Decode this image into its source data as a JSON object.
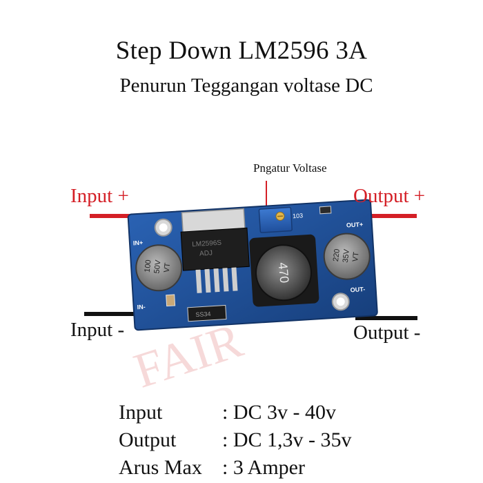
{
  "title": "Step Down LM2596 3A",
  "subtitle": "Penurun Teggangan voltase DC",
  "pointer_label": "Pngatur Voltase",
  "wires": {
    "input_plus": "Input +",
    "output_plus": "Output +",
    "input_minus": "Input -",
    "output_minus": "Output -"
  },
  "board": {
    "in_plus": "IN+",
    "in_minus": "IN-",
    "out_plus": "OUT+",
    "out_minus": "OUT-",
    "ic_line1": "LM2596S",
    "ic_line2": "ADJ",
    "inductor": "470",
    "cap_in_line1": "100",
    "cap_in_line2": "50V",
    "cap_in_line3": "VT",
    "cap_out_line1": "220",
    "cap_out_line2": "35V",
    "cap_out_line3": "VT",
    "pot_label": "103",
    "diode": "SS34"
  },
  "watermark": "FAIR",
  "specs": [
    {
      "name": "Input",
      "value": ": DC 3v - 40v"
    },
    {
      "name": "Output",
      "value": ": DC 1,3v - 35v"
    },
    {
      "name": "Arus Max",
      "value": ": 3 Amper"
    }
  ],
  "colors": {
    "wire_red": "#d41f26",
    "wire_black": "#111111",
    "pcb_blue": "#1f4e93",
    "label_red": "#d41f26"
  }
}
